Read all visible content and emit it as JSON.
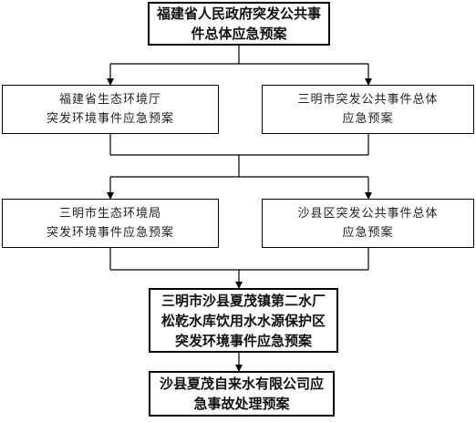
{
  "nodes": {
    "fujian_gov_plan": "福建省人民政府突发公共事\n件总体应急预案",
    "fujian_eco_plan": "福建省生态环境厅\n突发环境事件应急预案",
    "sanming_gov_plan": "三明市突发公共事件总体\n应急预案",
    "sanming_eco_plan": "三明市生态环境局\n突发环境事件应急预案",
    "shaxian_gov_plan": "沙县区突发公共事件总体\n应急预案",
    "water_source_plan": "三明市沙县夏茂镇第二水厂\n松乾水库饮用水水源保护区\n突发环境事件应急预案",
    "water_company_plan": "沙县夏茂自来水有限公司应\n急事故处理预案"
  },
  "colors": {
    "line": "#000000",
    "box_border": "#000000",
    "text": "#111111"
  }
}
